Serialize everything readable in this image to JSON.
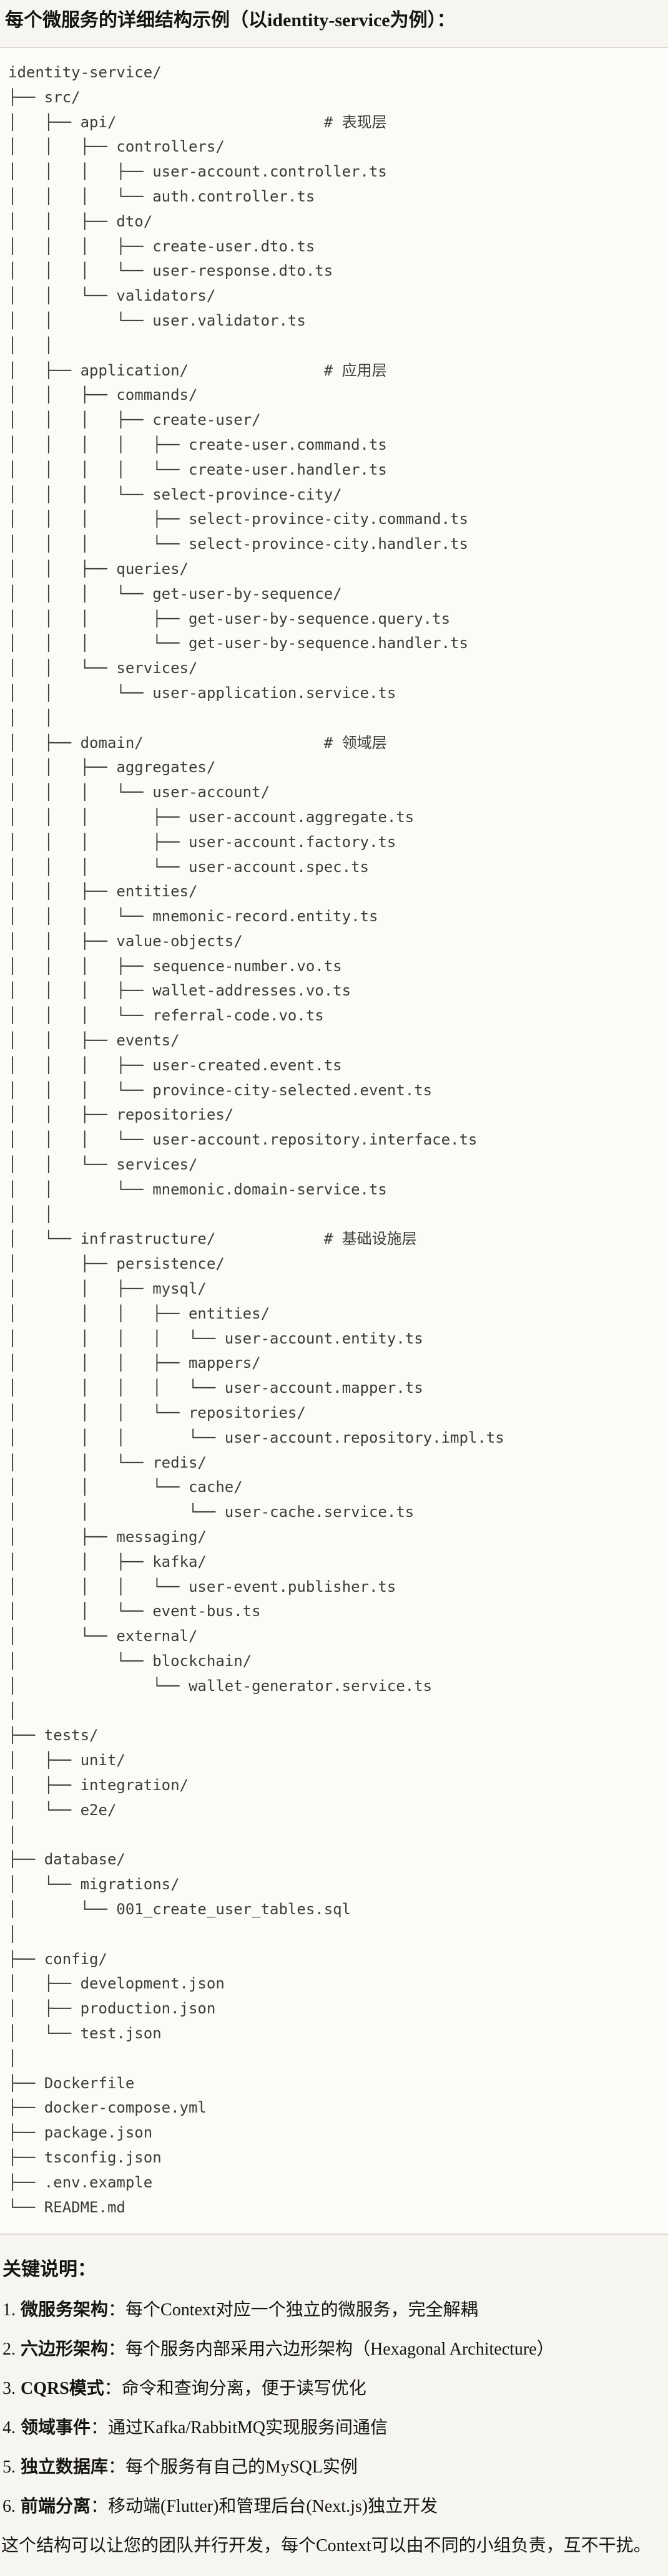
{
  "page": {
    "title_heading": "每个微服务的详细结构示例（以identity-service为例）：",
    "notes_heading": "关键说明：",
    "closing_paragraph": "这个结构可以让您的团队并行开发，每个Context可以由不同的小组负责，互不干扰。"
  },
  "colors": {
    "page_bg": "#F7F5EF",
    "code_bg": "#FCFBF7",
    "divider": "#DBD9D2",
    "tree_text": "#3C3C3C",
    "body_text": "#161412"
  },
  "code_block": {
    "language": "plain-text-tree",
    "lines": [
      "identity-service/",
      "├── src/",
      "│   ├── api/                       # 表现层",
      "│   │   ├── controllers/",
      "│   │   │   ├── user-account.controller.ts",
      "│   │   │   └── auth.controller.ts",
      "│   │   ├── dto/",
      "│   │   │   ├── create-user.dto.ts",
      "│   │   │   └── user-response.dto.ts",
      "│   │   └── validators/",
      "│   │       └── user.validator.ts",
      "│   │",
      "│   ├── application/               # 应用层",
      "│   │   ├── commands/",
      "│   │   │   ├── create-user/",
      "│   │   │   │   ├── create-user.command.ts",
      "│   │   │   │   └── create-user.handler.ts",
      "│   │   │   └── select-province-city/",
      "│   │   │       ├── select-province-city.command.ts",
      "│   │   │       └── select-province-city.handler.ts",
      "│   │   ├── queries/",
      "│   │   │   └── get-user-by-sequence/",
      "│   │   │       ├── get-user-by-sequence.query.ts",
      "│   │   │       └── get-user-by-sequence.handler.ts",
      "│   │   └── services/",
      "│   │       └── user-application.service.ts",
      "│   │",
      "│   ├── domain/                    # 领域层",
      "│   │   ├── aggregates/",
      "│   │   │   └── user-account/",
      "│   │   │       ├── user-account.aggregate.ts",
      "│   │   │       ├── user-account.factory.ts",
      "│   │   │       └── user-account.spec.ts",
      "│   │   ├── entities/",
      "│   │   │   └── mnemonic-record.entity.ts",
      "│   │   ├── value-objects/",
      "│   │   │   ├── sequence-number.vo.ts",
      "│   │   │   ├── wallet-addresses.vo.ts",
      "│   │   │   └── referral-code.vo.ts",
      "│   │   ├── events/",
      "│   │   │   ├── user-created.event.ts",
      "│   │   │   └── province-city-selected.event.ts",
      "│   │   ├── repositories/",
      "│   │   │   └── user-account.repository.interface.ts",
      "│   │   └── services/",
      "│   │       └── mnemonic.domain-service.ts",
      "│   │",
      "│   └── infrastructure/            # 基础设施层",
      "│       ├── persistence/",
      "│       │   ├── mysql/",
      "│       │   │   ├── entities/",
      "│       │   │   │   └── user-account.entity.ts",
      "│       │   │   ├── mappers/",
      "│       │   │   │   └── user-account.mapper.ts",
      "│       │   │   └── repositories/",
      "│       │   │       └── user-account.repository.impl.ts",
      "│       │   └── redis/",
      "│       │       └── cache/",
      "│       │           └── user-cache.service.ts",
      "│       ├── messaging/",
      "│       │   ├── kafka/",
      "│       │   │   └── user-event.publisher.ts",
      "│       │   └── event-bus.ts",
      "│       └── external/",
      "│           └── blockchain/",
      "│               └── wallet-generator.service.ts",
      "│",
      "├── tests/",
      "│   ├── unit/",
      "│   ├── integration/",
      "│   └── e2e/",
      "│",
      "├── database/",
      "│   └── migrations/",
      "│       └── 001_create_user_tables.sql",
      "│",
      "├── config/",
      "│   ├── development.json",
      "│   ├── production.json",
      "│   └── test.json",
      "│",
      "├── Dockerfile",
      "├── docker-compose.yml",
      "├── package.json",
      "├── tsconfig.json",
      "├── .env.example",
      "└── README.md"
    ]
  },
  "notes": [
    {
      "num": "1.",
      "label": "微服务架构",
      "text": "：每个Context对应一个独立的微服务，完全解耦"
    },
    {
      "num": "2.",
      "label": "六边形架构",
      "text": "：每个服务内部采用六边形架构（Hexagonal Architecture）"
    },
    {
      "num": "3.",
      "label": "CQRS模式",
      "text": "：命令和查询分离，便于读写优化"
    },
    {
      "num": "4.",
      "label": "领域事件",
      "text": "：通过Kafka/RabbitMQ实现服务间通信"
    },
    {
      "num": "5.",
      "label": "独立数据库",
      "text": "：每个服务有自己的MySQL实例"
    },
    {
      "num": "6.",
      "label": "前端分离",
      "text": "：移动端(Flutter)和管理后台(Next.js)独立开发"
    }
  ]
}
